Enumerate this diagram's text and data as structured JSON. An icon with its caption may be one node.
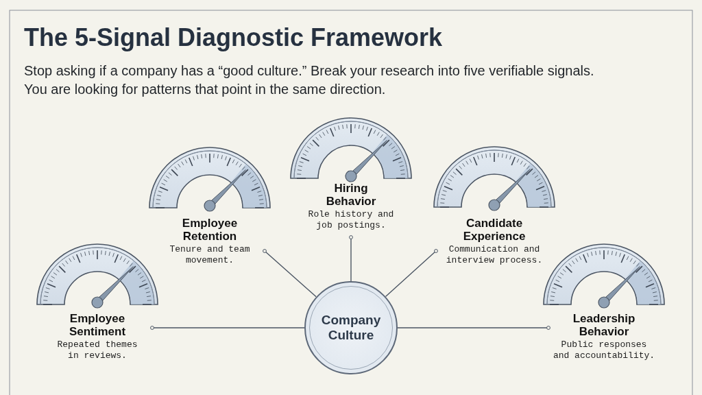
{
  "diagram": {
    "title": "The 5-Signal Diagnostic Framework",
    "caption": "Stop asking if a company has a “good culture.” Break your research into five verifiable signals. You are looking for patterns that point in the same direction.",
    "nodes": [
      {
        "text": [
          "Company Culture"
        ]
      },
      {
        "text": [
          "Employee Sentiment",
          "Repeated themes in reviews."
        ]
      },
      {
        "text": [
          "Employee Retention",
          "Tenure and team movement."
        ]
      },
      {
        "text": [
          "Hiring Behavior",
          "Role history and job postings."
        ]
      },
      {
        "text": [
          "Candidate Experience",
          "Communication and interview process."
        ]
      },
      {
        "text": [
          "Leadership Behavior",
          "Public responses and accountability."
        ]
      }
    ],
    "edges": [
      {
        "from": 0,
        "to": 1,
        "arrow": "other"
      },
      {
        "from": 0,
        "to": 2,
        "arrow": "other"
      },
      {
        "from": 0,
        "to": 3,
        "arrow": "other"
      },
      {
        "from": 0,
        "to": 4,
        "arrow": "other"
      },
      {
        "from": 0,
        "to": 5,
        "arrow": "other"
      }
    ]
  }
}
